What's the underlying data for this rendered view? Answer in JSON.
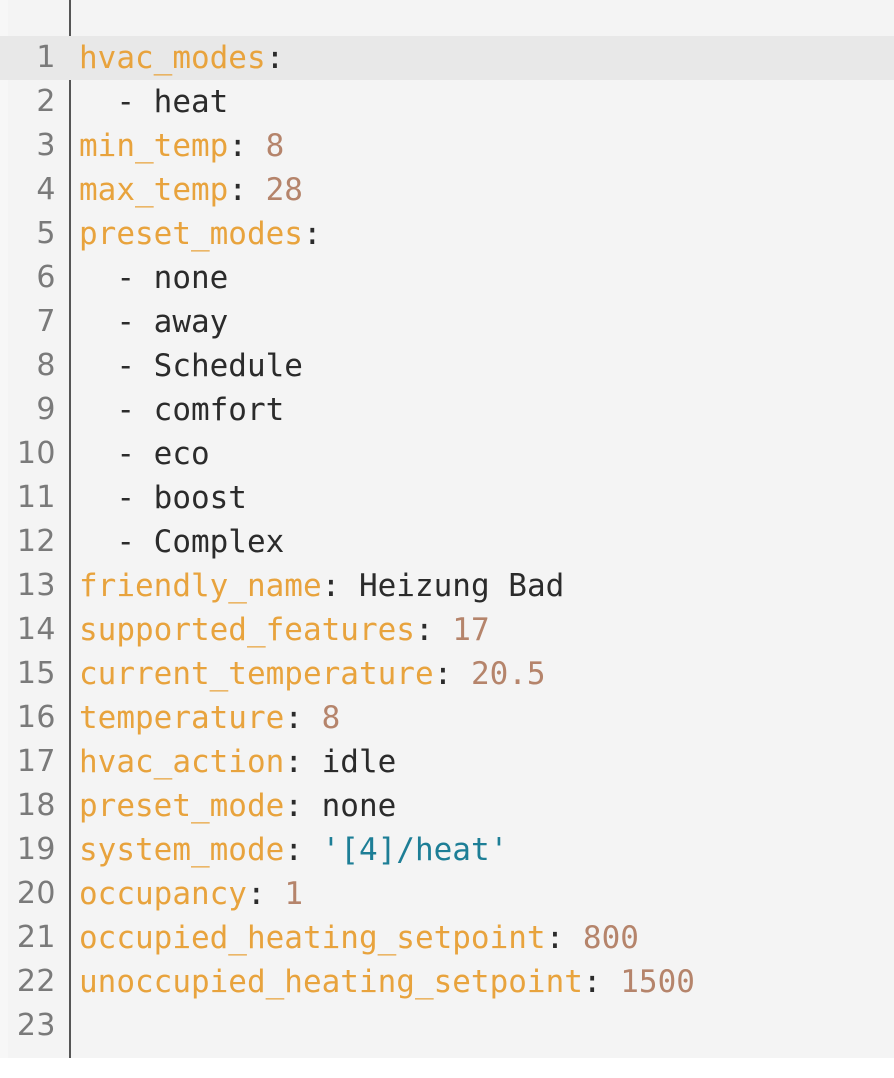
{
  "editor": {
    "language": "yaml",
    "active_line": 1,
    "total_lines": 23,
    "colors": {
      "background": "#f4f4f4",
      "active_line": "#e8e8e8",
      "gutter_text": "#7a7a7a",
      "gutter_rule": "#555555",
      "key": "#e8a33d",
      "number": "#b5846b",
      "string": "#1d7e96",
      "plain": "#2b2b2b"
    }
  },
  "lines": [
    {
      "number": "1",
      "active": true,
      "tokens": [
        {
          "type": "key",
          "text": "hvac_modes"
        },
        {
          "type": "punct",
          "text": ":"
        }
      ]
    },
    {
      "number": "2",
      "active": false,
      "tokens": [
        {
          "type": "plain",
          "text": "  - heat"
        }
      ]
    },
    {
      "number": "3",
      "active": false,
      "tokens": [
        {
          "type": "key",
          "text": "min_temp"
        },
        {
          "type": "punct",
          "text": ": "
        },
        {
          "type": "num",
          "text": "8"
        }
      ]
    },
    {
      "number": "4",
      "active": false,
      "tokens": [
        {
          "type": "key",
          "text": "max_temp"
        },
        {
          "type": "punct",
          "text": ": "
        },
        {
          "type": "num",
          "text": "28"
        }
      ]
    },
    {
      "number": "5",
      "active": false,
      "tokens": [
        {
          "type": "key",
          "text": "preset_modes"
        },
        {
          "type": "punct",
          "text": ":"
        }
      ]
    },
    {
      "number": "6",
      "active": false,
      "tokens": [
        {
          "type": "plain",
          "text": "  - none"
        }
      ]
    },
    {
      "number": "7",
      "active": false,
      "tokens": [
        {
          "type": "plain",
          "text": "  - away"
        }
      ]
    },
    {
      "number": "8",
      "active": false,
      "tokens": [
        {
          "type": "plain",
          "text": "  - Schedule"
        }
      ]
    },
    {
      "number": "9",
      "active": false,
      "tokens": [
        {
          "type": "plain",
          "text": "  - comfort"
        }
      ]
    },
    {
      "number": "10",
      "active": false,
      "tokens": [
        {
          "type": "plain",
          "text": "  - eco"
        }
      ]
    },
    {
      "number": "11",
      "active": false,
      "tokens": [
        {
          "type": "plain",
          "text": "  - boost"
        }
      ]
    },
    {
      "number": "12",
      "active": false,
      "tokens": [
        {
          "type": "plain",
          "text": "  - Complex"
        }
      ]
    },
    {
      "number": "13",
      "active": false,
      "tokens": [
        {
          "type": "key",
          "text": "friendly_name"
        },
        {
          "type": "punct",
          "text": ": "
        },
        {
          "type": "plain",
          "text": "Heizung Bad"
        }
      ]
    },
    {
      "number": "14",
      "active": false,
      "tokens": [
        {
          "type": "key",
          "text": "supported_features"
        },
        {
          "type": "punct",
          "text": ": "
        },
        {
          "type": "num",
          "text": "17"
        }
      ]
    },
    {
      "number": "15",
      "active": false,
      "tokens": [
        {
          "type": "key",
          "text": "current_temperature"
        },
        {
          "type": "punct",
          "text": ": "
        },
        {
          "type": "num",
          "text": "20.5"
        }
      ]
    },
    {
      "number": "16",
      "active": false,
      "tokens": [
        {
          "type": "key",
          "text": "temperature"
        },
        {
          "type": "punct",
          "text": ": "
        },
        {
          "type": "num",
          "text": "8"
        }
      ]
    },
    {
      "number": "17",
      "active": false,
      "tokens": [
        {
          "type": "key",
          "text": "hvac_action"
        },
        {
          "type": "punct",
          "text": ": "
        },
        {
          "type": "plain",
          "text": "idle"
        }
      ]
    },
    {
      "number": "18",
      "active": false,
      "tokens": [
        {
          "type": "key",
          "text": "preset_mode"
        },
        {
          "type": "punct",
          "text": ": "
        },
        {
          "type": "plain",
          "text": "none"
        }
      ]
    },
    {
      "number": "19",
      "active": false,
      "tokens": [
        {
          "type": "key",
          "text": "system_mode"
        },
        {
          "type": "punct",
          "text": ": "
        },
        {
          "type": "str",
          "text": "'[4]/heat'"
        }
      ]
    },
    {
      "number": "20",
      "active": false,
      "tokens": [
        {
          "type": "key",
          "text": "occupancy"
        },
        {
          "type": "punct",
          "text": ": "
        },
        {
          "type": "num",
          "text": "1"
        }
      ]
    },
    {
      "number": "21",
      "active": false,
      "tokens": [
        {
          "type": "key",
          "text": "occupied_heating_setpoint"
        },
        {
          "type": "punct",
          "text": ": "
        },
        {
          "type": "num",
          "text": "800"
        }
      ]
    },
    {
      "number": "22",
      "active": false,
      "tokens": [
        {
          "type": "key",
          "text": "unoccupied_heating_setpoint"
        },
        {
          "type": "punct",
          "text": ": "
        },
        {
          "type": "num",
          "text": "1500"
        }
      ]
    },
    {
      "number": "23",
      "active": false,
      "tokens": []
    }
  ]
}
